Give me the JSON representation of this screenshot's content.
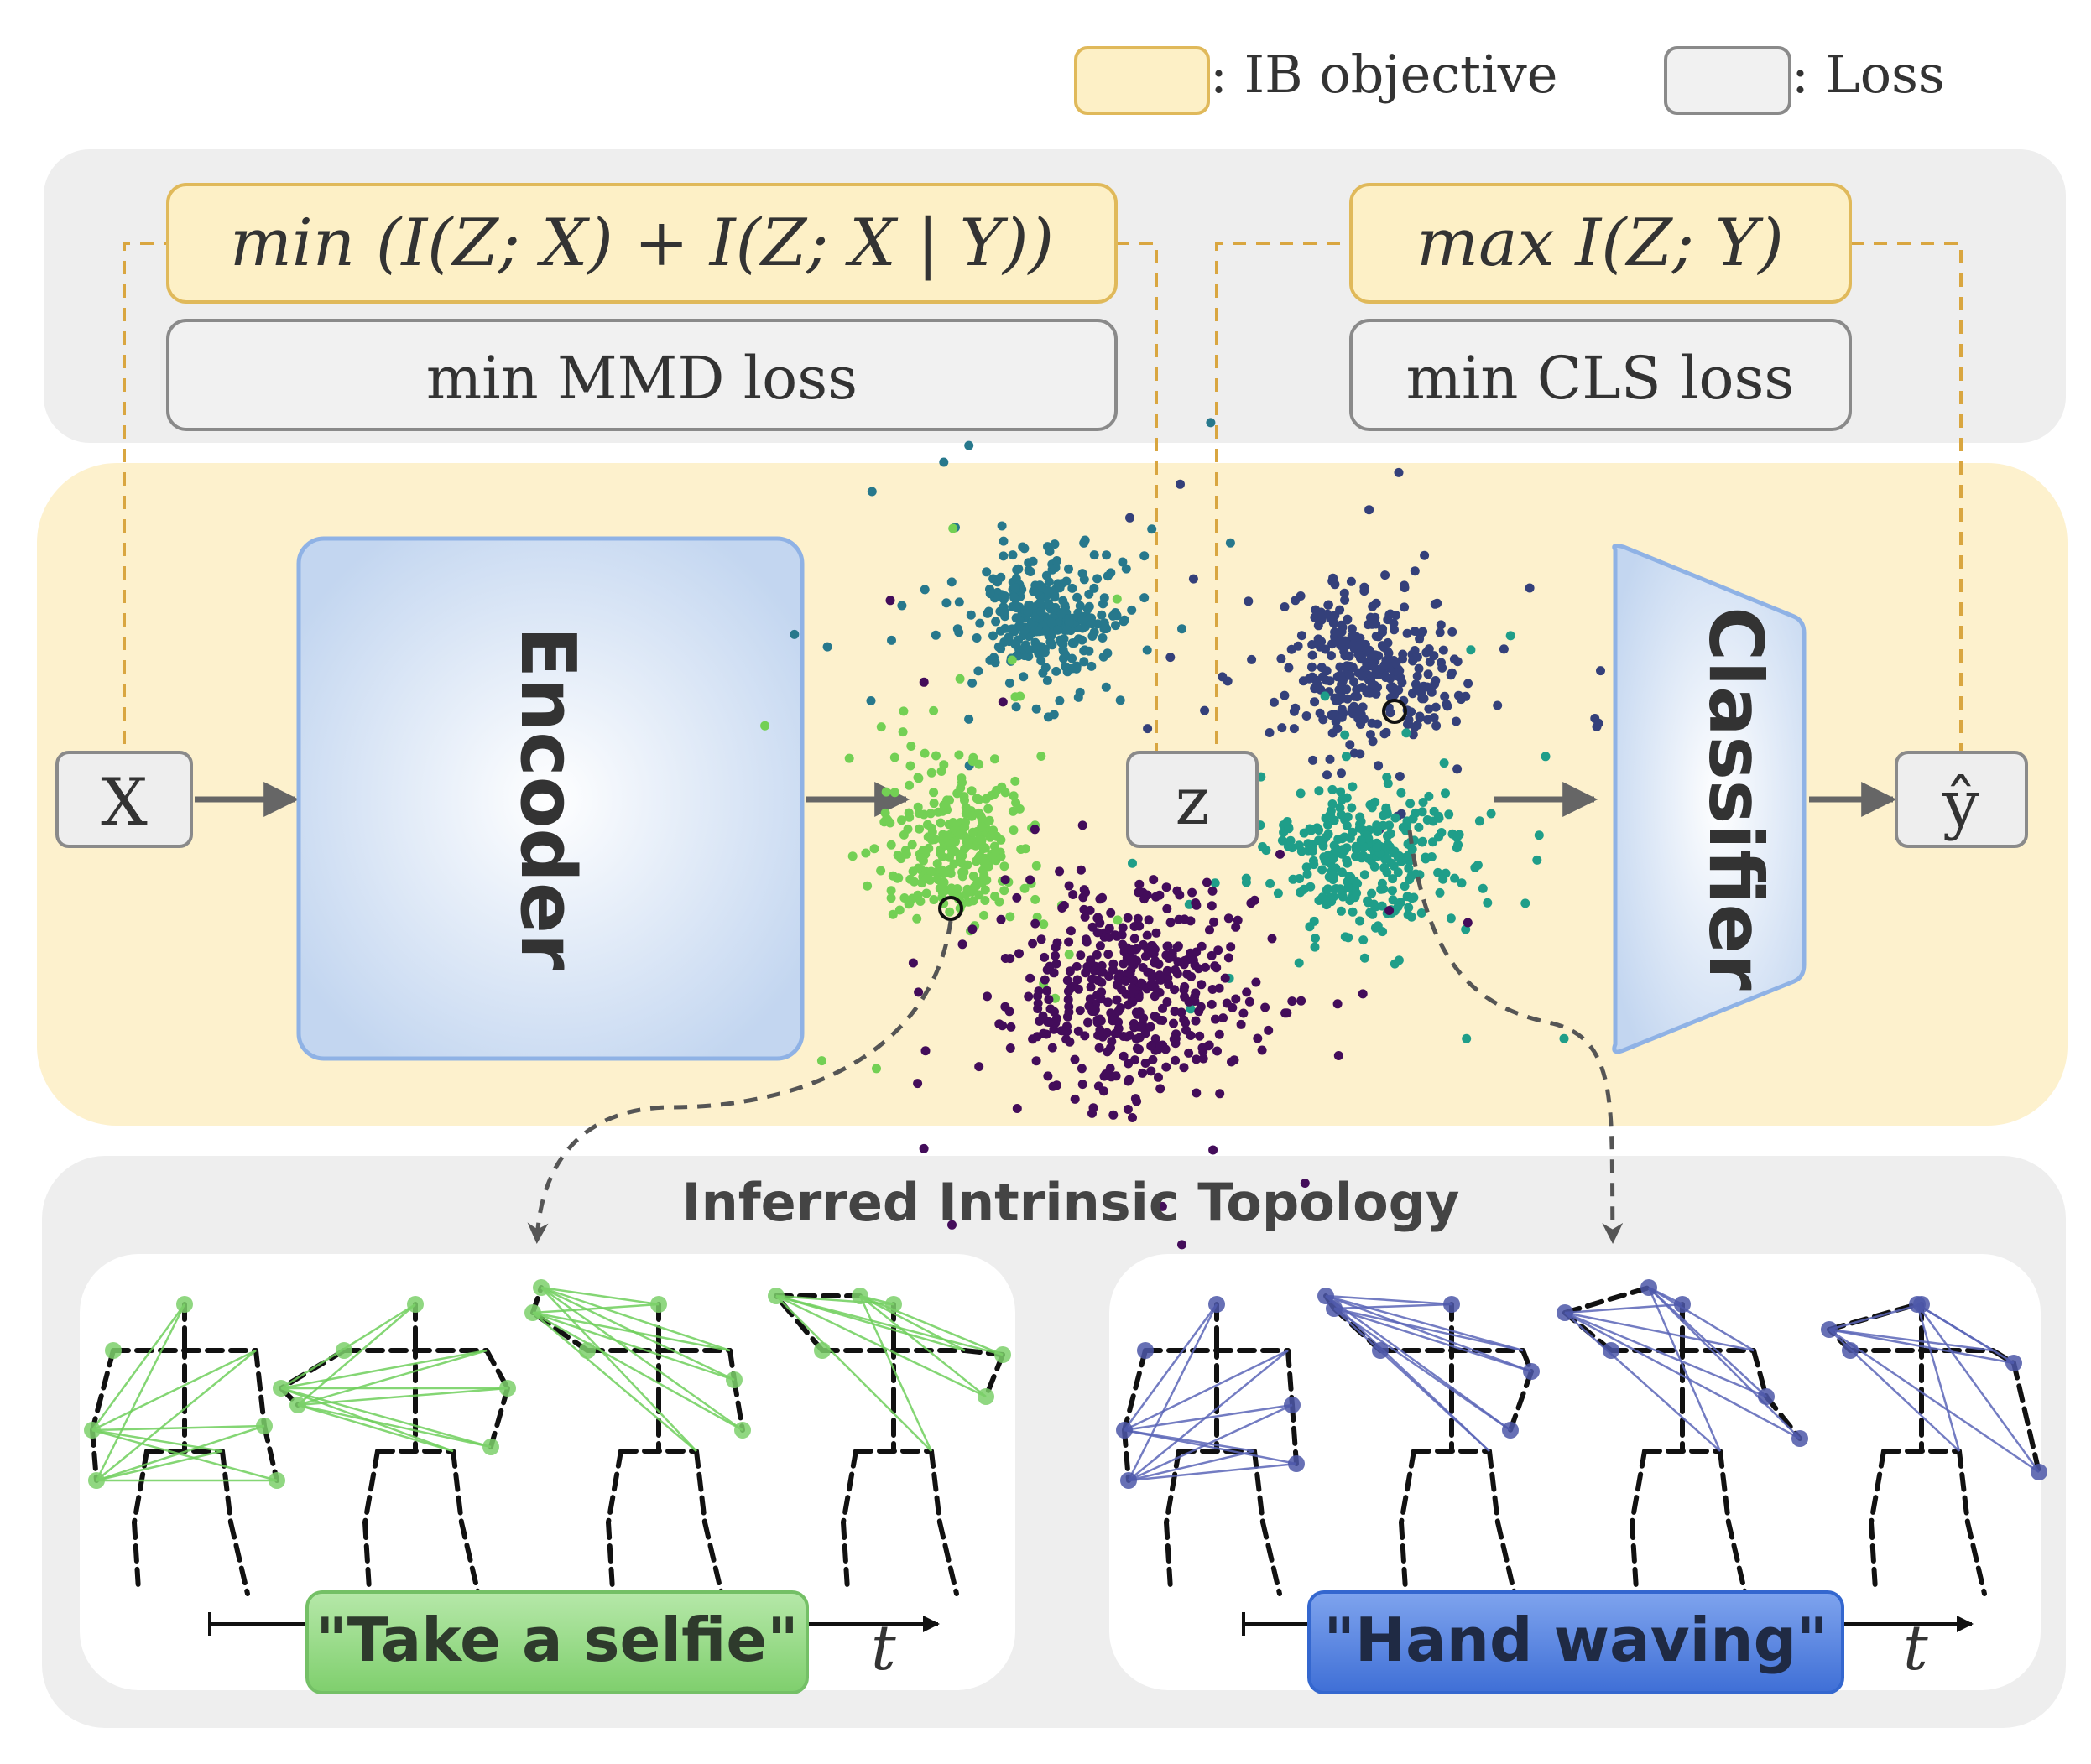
{
  "legend": {
    "ib_label": ": IB objective",
    "loss_label": ": Loss"
  },
  "objectives": {
    "left": "min (I(Z; X) + I(Z; X | Y))",
    "right": "max I(Z; Y)"
  },
  "losses": {
    "left": "min MMD loss",
    "right": "min CLS loss"
  },
  "pipeline": {
    "input": "X",
    "encoder": "Encoder",
    "latent": "z",
    "classifier": "Classifier",
    "output": "ŷ"
  },
  "topology": {
    "title": "Inferred Intrinsic Topology",
    "left_action": "\"Take a selfie\"",
    "right_action": "\"Hand waving\"",
    "time_label": "t"
  },
  "colors": {
    "ib_fill": "#fdf0c6",
    "ib_stroke": "#e0b95a",
    "loss_fill": "#f1f1f1",
    "loss_stroke": "#8a8a8a",
    "panel_bg": "#eeeeee",
    "pipeline_bg": "#fdf1cd",
    "encoder_fill": "#c7daf2",
    "green_action": "#7cd06b",
    "blue_action": "#3e6fd8",
    "cluster_teal": "#27788c",
    "cluster_green": "#73d054",
    "cluster_navy": "#34407a",
    "cluster_aqua": "#1f9e89",
    "cluster_purple": "#430c5a"
  }
}
